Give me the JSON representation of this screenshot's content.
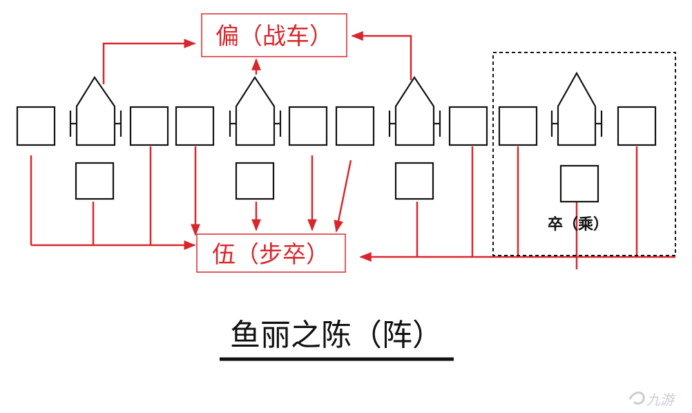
{
  "labels": {
    "pian": "偏（战车）",
    "wu": "伍（步卒）",
    "zu": "卒（乘）",
    "title": "鱼丽之陈（阵）"
  },
  "watermark": "九游",
  "colors": {
    "accent": "#d9262b",
    "stroke": "#111111"
  }
}
